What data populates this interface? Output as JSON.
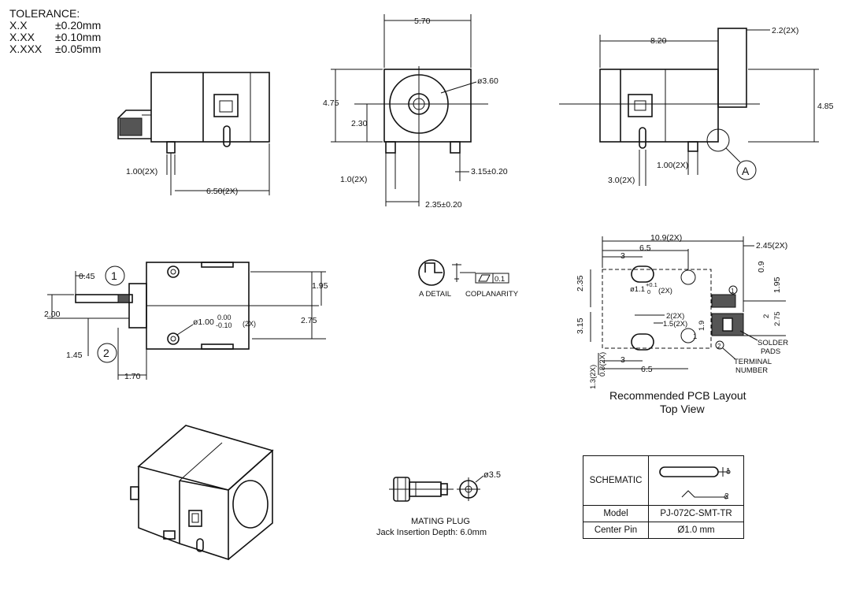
{
  "tolerance": {
    "title": "TOLERANCE:",
    "rows": [
      {
        "fmt": "X.X",
        "val": "±0.20mm"
      },
      {
        "fmt": "X.XX",
        "val": "±0.10mm"
      },
      {
        "fmt": "X.XXX",
        "val": "±0.05mm"
      }
    ]
  },
  "view1": {
    "d1": "1.00(2X)",
    "d2": "6.50(2X)"
  },
  "view2": {
    "width": "5.70",
    "height": "4.75",
    "center_h": "2.30",
    "diameter": "ø3.60",
    "pin": "1.0(2X)",
    "d315": "3.15±0.20",
    "d235": "2.35±0.20"
  },
  "view3": {
    "d820": "8.20",
    "d22": "2.2(2X)",
    "d485": "4.85",
    "d100": "1.00(2X)",
    "d30": "3.0(2X)",
    "detail_ref": "A"
  },
  "view4": {
    "d045": "0.45",
    "pin1": "1",
    "pin2": "2",
    "d200": "2.00",
    "d145": "1.45",
    "d170": "1.70",
    "d195": "1.95",
    "d275": "2.75",
    "hole": "ø1.00",
    "tol_up": "0.00",
    "tol_dn": "-0.10",
    "count": "(2X)"
  },
  "detail": {
    "label": "A DETAIL",
    "coplanarity": "COPLANARITY",
    "value": "0.1"
  },
  "pcb": {
    "caption1": "Recommended PCB Layout",
    "caption2": "Top View",
    "d109": "10.9(2X)",
    "d65a": "6.5",
    "d3a": "3",
    "d245": "2.45(2X)",
    "d235": "2.35",
    "d09": "0.9",
    "d195": "1.95",
    "d315": "3.15",
    "hole": "ø1.1",
    "hole_tol_up": "+0.1",
    "hole_tol_dn": "0",
    "hole_cnt": "(2X)",
    "d2x": "2(2X)",
    "d15": "1.5(2X)",
    "d19": "1.9",
    "d1": "1",
    "d2": "2",
    "d275": "2.75",
    "d13": "1.3(2X)",
    "d08": "0.8(2X)",
    "d3b": "3",
    "d65b": "6.5",
    "pad1": "1",
    "pad2": "2",
    "solder1": "SOLDER",
    "solder2": "PADS",
    "term1": "TERMINAL",
    "term2": "NUMBER"
  },
  "plug": {
    "diameter": "ø3.5",
    "title": "MATING PLUG",
    "depth": "Jack Insertion Depth: 6.0mm"
  },
  "schematic": {
    "label": "SCHEMATIC",
    "pin1": "1",
    "pin2": "2",
    "rows": [
      {
        "key": "Model",
        "value": "PJ-072C-SMT-TR"
      },
      {
        "key": "Center Pin",
        "value": "Ø1.0 mm"
      }
    ]
  }
}
